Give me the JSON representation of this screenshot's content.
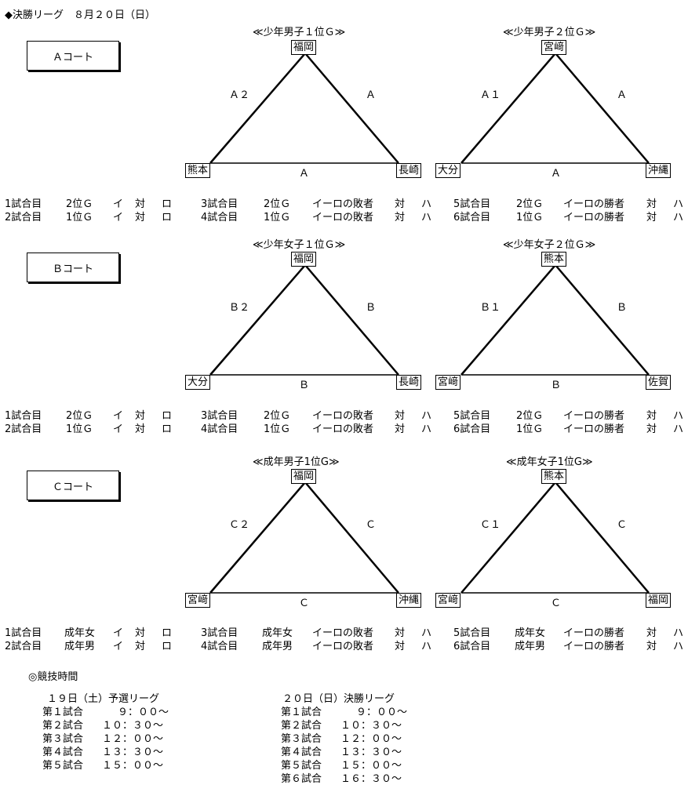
{
  "header": {
    "title": "◆決勝リーグ　８月２０日（日）"
  },
  "courts": [
    {
      "label": "Ａコート",
      "groups": [
        {
          "title": "≪少年男子１位Ｇ≫",
          "top": "福岡",
          "left": "熊本",
          "right": "長崎",
          "edge_left": "Ａ２",
          "edge_right": "Ａ",
          "edge_bottom": "Ａ"
        },
        {
          "title": "≪少年男子２位Ｇ≫",
          "top": "宮﨑",
          "left": "大分",
          "right": "沖縄",
          "edge_left": "Ａ１",
          "edge_right": "Ａ",
          "edge_bottom": "Ａ"
        }
      ],
      "matches": [
        [
          {
            "no": "1試合目",
            "grp": "2位Ｇ",
            "a": "イ",
            "vs": "対",
            "b": "ロ"
          },
          {
            "no": "3試合目",
            "grp": "2位Ｇ",
            "a": "イーロの敗者",
            "vs": "対",
            "b": "ハ"
          },
          {
            "no": "5試合目",
            "grp": "2位Ｇ",
            "a": "イーロの勝者",
            "vs": "対",
            "b": "ハ"
          }
        ],
        [
          {
            "no": "2試合目",
            "grp": "1位Ｇ",
            "a": "イ",
            "vs": "対",
            "b": "ロ"
          },
          {
            "no": "4試合目",
            "grp": "1位Ｇ",
            "a": "イーロの敗者",
            "vs": "対",
            "b": "ハ"
          },
          {
            "no": "6試合目",
            "grp": "1位Ｇ",
            "a": "イーロの勝者",
            "vs": "対",
            "b": "ハ"
          }
        ]
      ]
    },
    {
      "label": "Ｂコート",
      "groups": [
        {
          "title": "≪少年女子１位Ｇ≫",
          "top": "福岡",
          "left": "大分",
          "right": "長崎",
          "edge_left": "Ｂ２",
          "edge_right": "Ｂ",
          "edge_bottom": "Ｂ"
        },
        {
          "title": "≪少年女子２位Ｇ≫",
          "top": "熊本",
          "left": "宮﨑",
          "right": "佐賀",
          "edge_left": "Ｂ１",
          "edge_right": "Ｂ",
          "edge_bottom": "Ｂ"
        }
      ],
      "matches": [
        [
          {
            "no": "1試合目",
            "grp": "2位Ｇ",
            "a": "イ",
            "vs": "対",
            "b": "ロ"
          },
          {
            "no": "3試合目",
            "grp": "2位Ｇ",
            "a": "イーロの敗者",
            "vs": "対",
            "b": "ハ"
          },
          {
            "no": "5試合目",
            "grp": "2位Ｇ",
            "a": "イーロの勝者",
            "vs": "対",
            "b": "ハ"
          }
        ],
        [
          {
            "no": "2試合目",
            "grp": "1位Ｇ",
            "a": "イ",
            "vs": "対",
            "b": "ロ"
          },
          {
            "no": "4試合目",
            "grp": "1位Ｇ",
            "a": "イーロの敗者",
            "vs": "対",
            "b": "ハ"
          },
          {
            "no": "6試合目",
            "grp": "1位Ｇ",
            "a": "イーロの勝者",
            "vs": "対",
            "b": "ハ"
          }
        ]
      ]
    },
    {
      "label": "Ｃコート",
      "groups": [
        {
          "title": "≪成年男子1位G≫",
          "top": "福岡",
          "left": "宮﨑",
          "right": "沖縄",
          "edge_left": "Ｃ２",
          "edge_right": "Ｃ",
          "edge_bottom": "Ｃ"
        },
        {
          "title": "≪成年女子1位G≫",
          "top": "熊本",
          "left": "宮﨑",
          "right": "福岡",
          "edge_left": "Ｃ１",
          "edge_right": "Ｃ",
          "edge_bottom": "Ｃ"
        }
      ],
      "matches": [
        [
          {
            "no": "1試合目",
            "grp": "成年女",
            "a": "イ",
            "vs": "対",
            "b": "ロ"
          },
          {
            "no": "3試合目",
            "grp": "成年女",
            "a": "イーロの敗者",
            "vs": "対",
            "b": "ハ"
          },
          {
            "no": "5試合目",
            "grp": "成年女",
            "a": "イーロの勝者",
            "vs": "対",
            "b": "ハ"
          }
        ],
        [
          {
            "no": "2試合目",
            "grp": "成年男",
            "a": "イ",
            "vs": "対",
            "b": "ロ"
          },
          {
            "no": "4試合目",
            "grp": "成年男",
            "a": "イーロの敗者",
            "vs": "対",
            "b": "ハ"
          },
          {
            "no": "6試合目",
            "grp": "成年男",
            "a": "イーロの勝者",
            "vs": "対",
            "b": "ハ"
          }
        ]
      ]
    }
  ],
  "schedule": {
    "title": "◎競技時間",
    "day1": {
      "heading": "１９日（土）予選リーグ",
      "rows": [
        {
          "label": "第１試合",
          "time": "９：００～"
        },
        {
          "label": "第２試合",
          "time": "１０：３０～"
        },
        {
          "label": "第３試合",
          "time": "１２：００～"
        },
        {
          "label": "第４試合",
          "time": "１３：３０～"
        },
        {
          "label": "第５試合",
          "time": "１５：００～"
        }
      ]
    },
    "day2": {
      "heading": "２０日（日）決勝リーグ",
      "rows": [
        {
          "label": "第１試合",
          "time": "９：００～"
        },
        {
          "label": "第２試合",
          "time": "１０：３０～"
        },
        {
          "label": "第３試合",
          "time": "１２：００～"
        },
        {
          "label": "第４試合",
          "time": "１３：３０～"
        },
        {
          "label": "第５試合",
          "time": "１５：００～"
        },
        {
          "label": "第６試合",
          "time": "１６：３０～"
        }
      ]
    }
  }
}
